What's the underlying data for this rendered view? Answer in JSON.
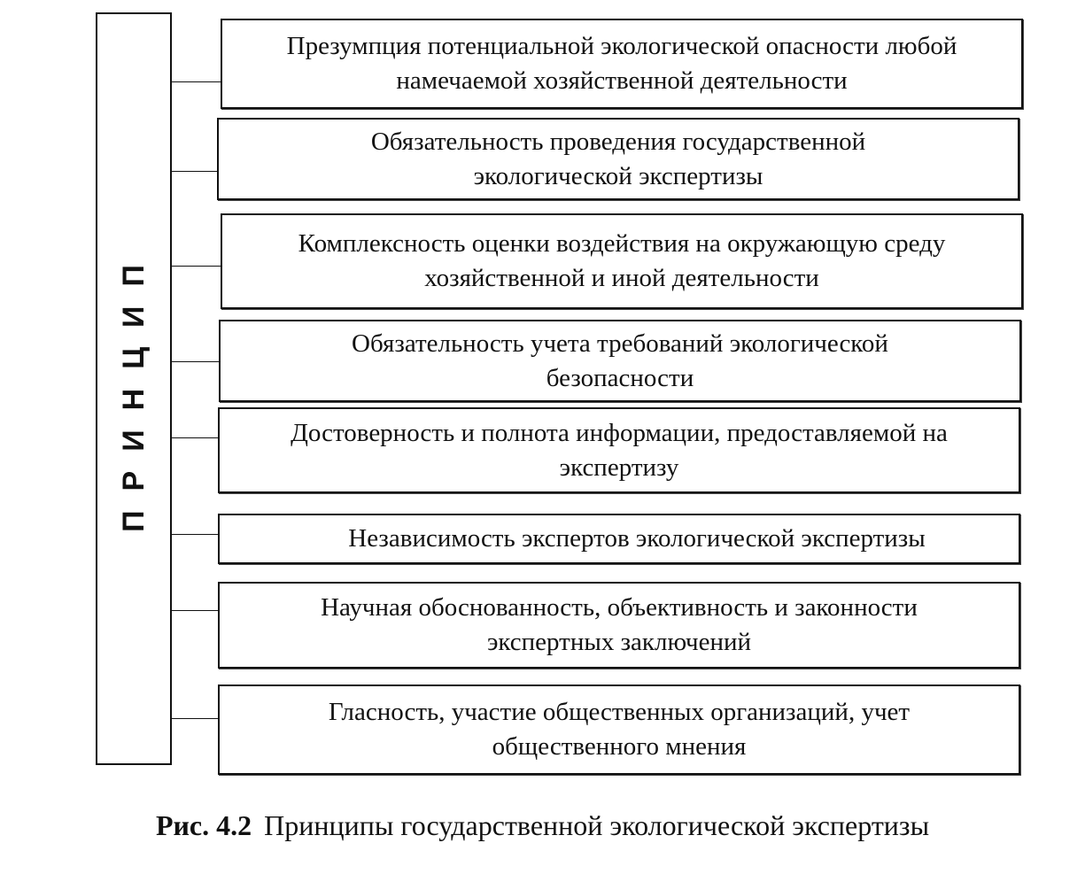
{
  "diagram": {
    "spine_label": "ПРИНЦИП",
    "principles": [
      "Презумпция потенциальной экологической опасности любой намечаемой хозяйственной деятельности",
      "Обязательность проведения государственной экологической экспертизы",
      "Комплексность оценки воздействия на окружающую среду хозяйственной и иной деятельности",
      "Обязательность учета требований экологической безопасности",
      "Достоверность и полнота информации, предоставляемой на экспертизу",
      "Независимость экспертов экологической экспертизы",
      "Научная обоснованность, объективность и законности экспертных заключений",
      "Гласность, участие общественных организаций, учет общественного мнения"
    ]
  },
  "caption": {
    "number": "Рис. 4.2",
    "text": "Принципы государственной экологической экспертизы"
  }
}
